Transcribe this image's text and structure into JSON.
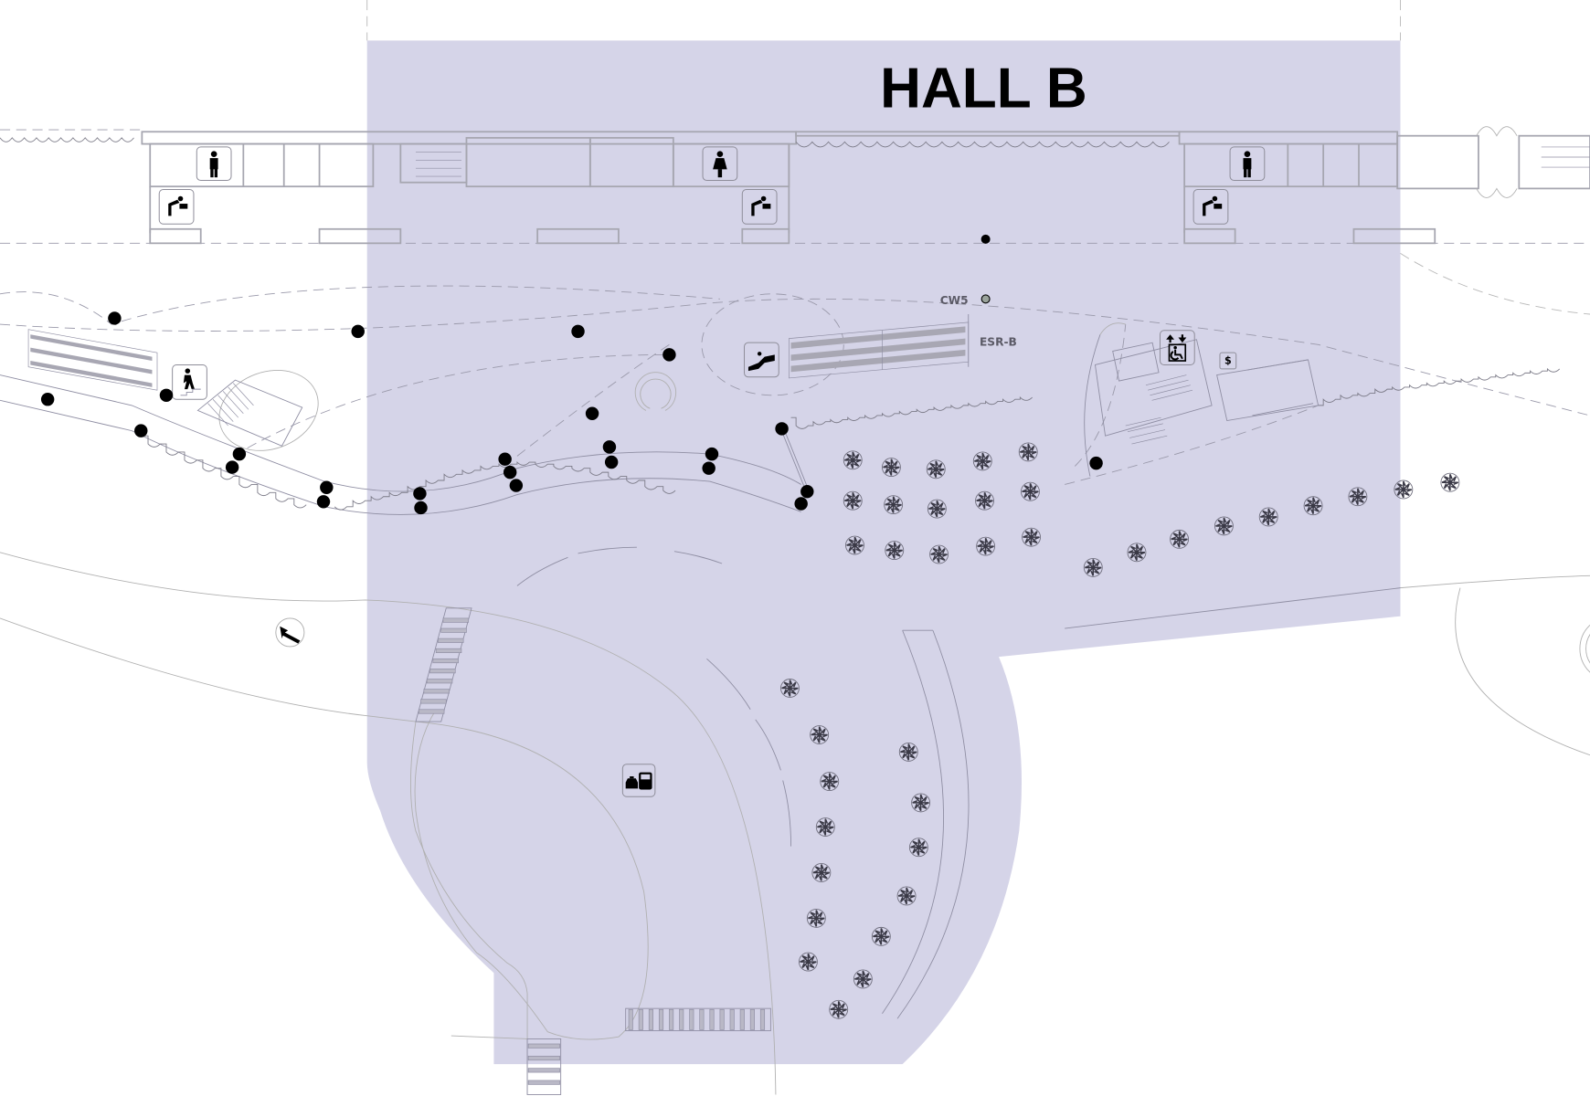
{
  "map": {
    "title": "HALL B",
    "zone_color": "#d5d4e8",
    "labels": {
      "cw5": "CW5",
      "esr_b": "ESR-B"
    },
    "icons": [
      {
        "name": "mens-restroom-icon",
        "glyph": "man"
      },
      {
        "name": "womens-restroom-icon",
        "glyph": "woman"
      },
      {
        "name": "drinking-fountain-icon",
        "glyph": "fountain"
      },
      {
        "name": "escalator-icon",
        "glyph": "escalator"
      },
      {
        "name": "stairs-icon",
        "glyph": "stairs"
      },
      {
        "name": "accessible-elevator-icon",
        "glyph": "wheelchair-elevator"
      },
      {
        "name": "atm-icon",
        "glyph": "dollar"
      },
      {
        "name": "taxi-bus-icon",
        "glyph": "taxi-bus"
      },
      {
        "name": "direction-arrow-icon",
        "glyph": "arrow-up-left"
      }
    ]
  }
}
